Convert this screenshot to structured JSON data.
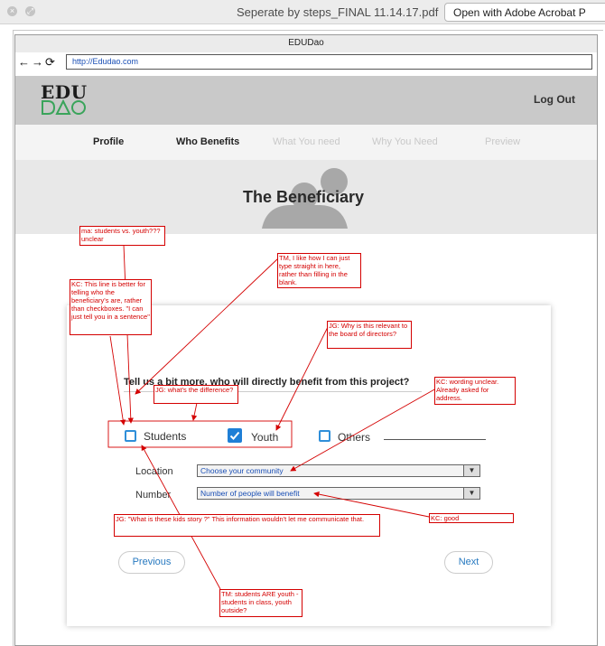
{
  "viewer": {
    "document_title": "Seperate by steps_FINAL 11.14.17.pdf",
    "open_with_label": "Open with Adobe Acrobat P"
  },
  "browser": {
    "window_title": "EDUDao",
    "nav_controls": "←→⟳",
    "url": "http://Edudao.com"
  },
  "site": {
    "logo_text": "EDU",
    "logout_label": "Log Out",
    "tabs": [
      {
        "label": "Profile",
        "active": true
      },
      {
        "label": "Who Benefits",
        "active": true
      },
      {
        "label": "What You need",
        "active": false
      },
      {
        "label": "Why You Need",
        "active": false
      },
      {
        "label": "Preview",
        "active": false
      }
    ],
    "hero_title": "The Beneficiary"
  },
  "form": {
    "question": "Tell us a bit more, who will directly benefit from this project?",
    "options": [
      {
        "label": "Students",
        "checked": false
      },
      {
        "label": "Youth",
        "checked": true
      },
      {
        "label": "Others",
        "checked": false
      }
    ],
    "location_label": "Location",
    "location_value": "Choose your community",
    "number_label": "Number",
    "number_value": "Number of people will benefit",
    "previous_label": "Previous",
    "next_label": "Next"
  },
  "annotations": [
    {
      "id": "n1",
      "text": "ma: students vs. youth??? unclear"
    },
    {
      "id": "n2",
      "text": "TM, I like how I can just type straight in here, rather than filling in the blank."
    },
    {
      "id": "n3",
      "text": "KC: This line is better for telling who the beneficiary's are, rather than checkboxes. \"I can just tell you in a sentence\""
    },
    {
      "id": "n4",
      "text": "JG: Why is this relevant to the board of directors?"
    },
    {
      "id": "n5",
      "text": "KC: wording unclear. Already asked for address."
    },
    {
      "id": "n6",
      "text": "JG: what's the difference?"
    },
    {
      "id": "n7",
      "text": "JG: \"What is these kids story ?\" This information wouldn't let me communicate that."
    },
    {
      "id": "n8",
      "text": "KC: good"
    },
    {
      "id": "n9",
      "text": "TM: students ARE youth - students in class, youth outside?"
    }
  ],
  "colors": {
    "annotation": "#d40000",
    "checkbox": "#1f7fd6",
    "link": "#1a4fb5",
    "logo_green": "#3aa45b"
  }
}
